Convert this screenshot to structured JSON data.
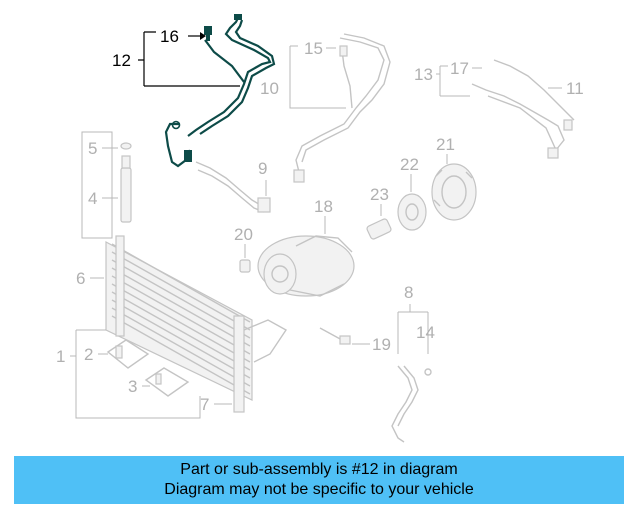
{
  "callouts": {
    "c1": "1",
    "c2": "2",
    "c3": "3",
    "c4": "4",
    "c5": "5",
    "c6": "6",
    "c7": "7",
    "c8": "8",
    "c9": "9",
    "c10": "10",
    "c11": "11",
    "c12": "12",
    "c13": "13",
    "c14": "14",
    "c15": "15",
    "c16": "16",
    "c17": "17",
    "c18": "18",
    "c19": "19",
    "c20": "20",
    "c21": "21",
    "c22": "22",
    "c23": "23"
  },
  "highlighted_part": "12",
  "colors": {
    "highlight_hose": "#0d4b48",
    "ghost": "#c4c4c4",
    "banner": "#4fc0f6"
  },
  "banner": {
    "line1": "Part or sub-assembly is #12 in diagram",
    "line2": "Diagram may not be specific to your vehicle"
  }
}
